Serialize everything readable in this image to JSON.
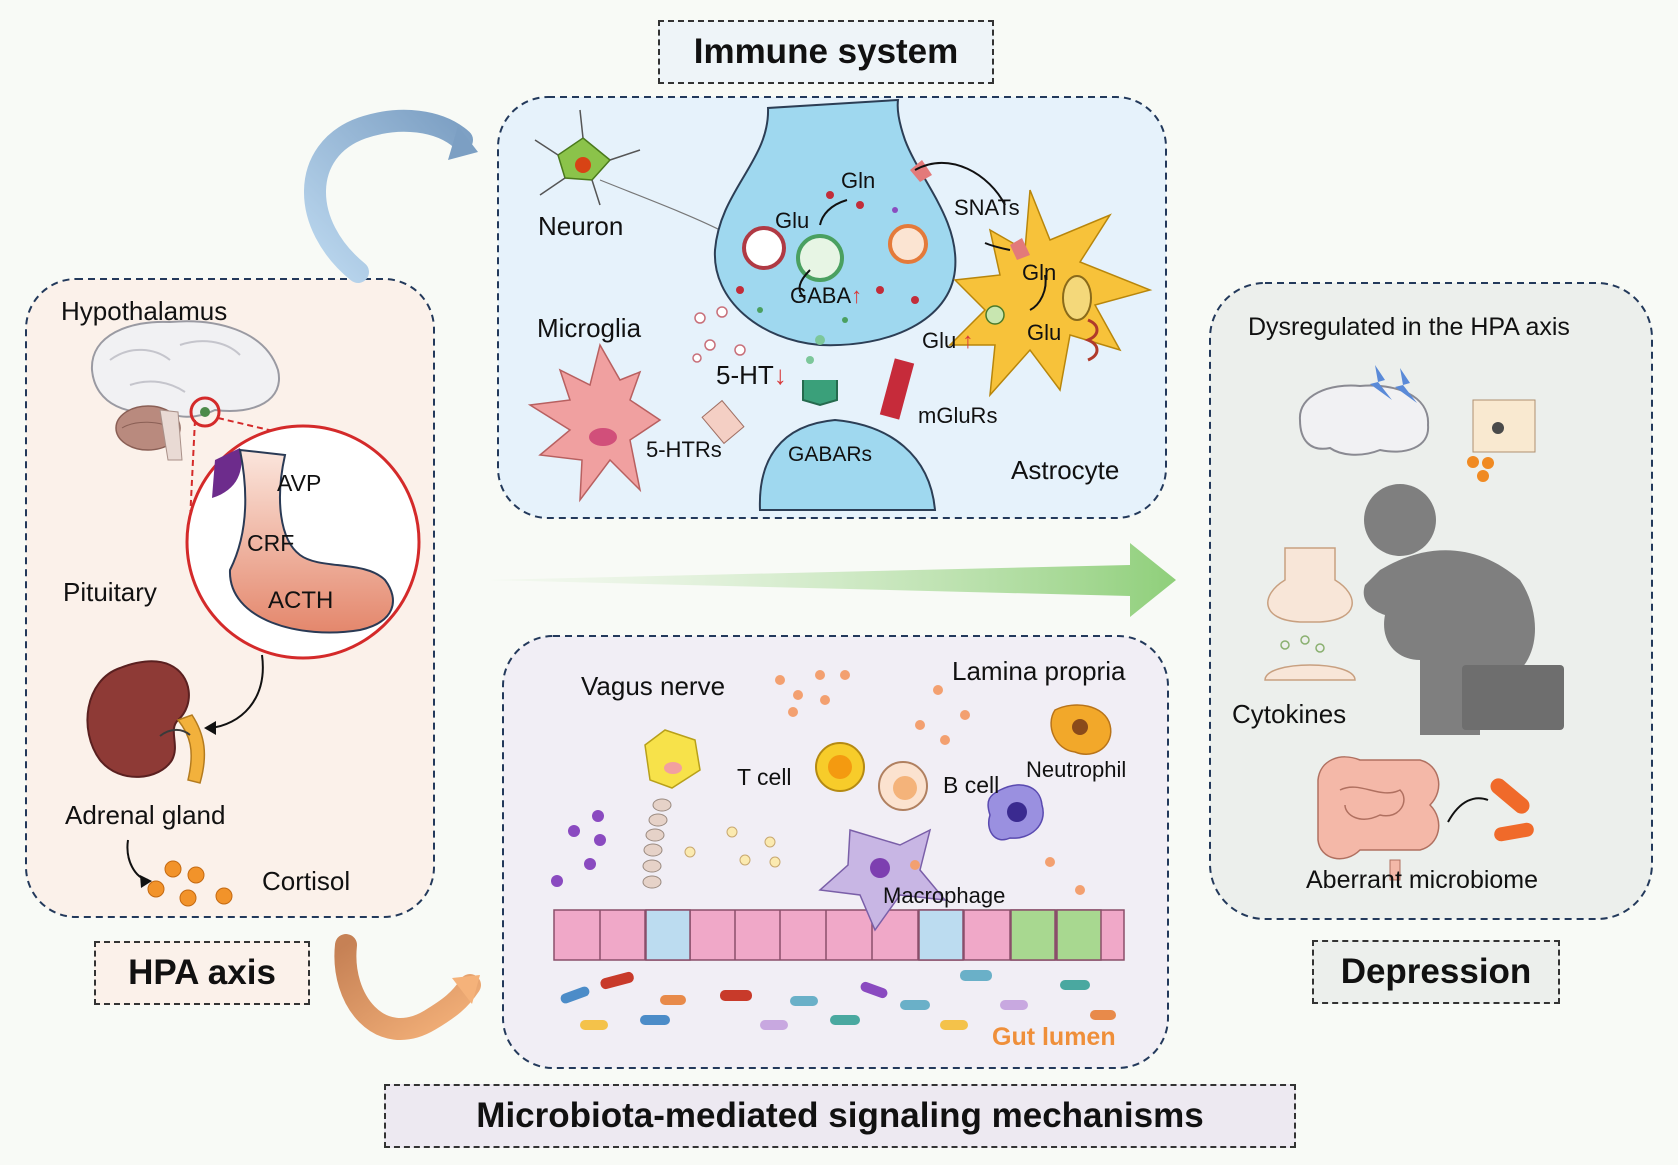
{
  "titles": {
    "immune": "Immune system",
    "hpa": "HPA axis",
    "depression": "Depression",
    "microbiota": "Microbiota-mediated signaling mechanisms"
  },
  "hpa_panel": {
    "hypothalamus": "Hypothalamus",
    "avp": "AVP",
    "crf": "CRF",
    "acth": "ACTH",
    "pituitary": "Pituitary",
    "adrenal": "Adrenal gland",
    "cortisol": "Cortisol"
  },
  "immune_panel": {
    "neuron": "Neuron",
    "gln_top": "Gln",
    "glu_left": "Glu",
    "gaba": "GABA",
    "gaba_arrow": "↑",
    "snats": "SNATs",
    "gln_right": "Gln",
    "glu_right": "Glu",
    "glu_mid": "Glu",
    "glu_mid_arrow": "↑",
    "microglia": "Microglia",
    "five_ht": "5-HT",
    "five_ht_arrow": "↓",
    "mglurs": "mGluRs",
    "five_htrs": "5-HTRs",
    "gabars": "GABARs",
    "astrocyte": "Astrocyte"
  },
  "gut_panel": {
    "vagus": "Vagus nerve",
    "lamina": "Lamina propria",
    "tcell": "T cell",
    "bcell": "B cell",
    "neutrophil": "Neutrophil",
    "macrophage": "Macrophage",
    "lumen": "Gut lumen"
  },
  "depression_panel": {
    "dysregulated": "Dysregulated in the HPA axis",
    "cytokines": "Cytokines",
    "microbiome": "Aberrant microbiome"
  },
  "colors": {
    "immune_bg": "#e6f2fb",
    "hpa_bg": "#fbf1ea",
    "gut_bg": "#f1eef5",
    "depression_bg": "#ecefec",
    "green_arrow": "#8fcf7a",
    "blue_arrow": "#8fb3d6",
    "orange_arrow": "#e8a070",
    "up_arrow_red": "#d83a3a",
    "gut_lumen_text": "#ef8f3a"
  }
}
